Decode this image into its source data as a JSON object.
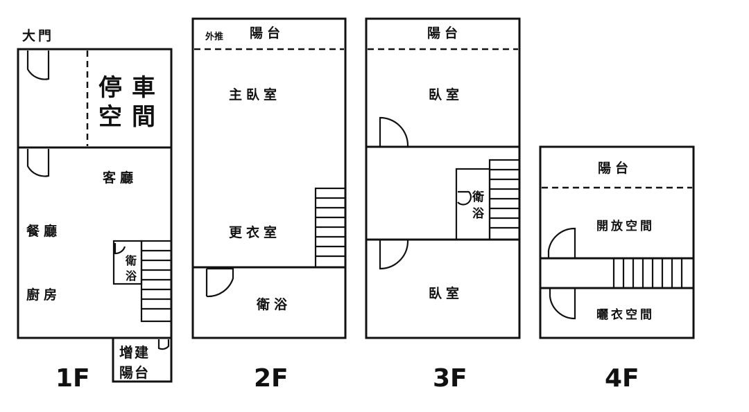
{
  "plans": {
    "f1": {
      "floor_label": "1F",
      "main_door": "大門",
      "parking_line1": "停車",
      "parking_line2": "空間",
      "living": "客廳",
      "dining": "餐廳",
      "kitchen": "廚房",
      "bath_line1": "衛",
      "bath_line2": "浴",
      "ext_balcony_line1": "增建",
      "ext_balcony_line2": "陽台"
    },
    "f2": {
      "floor_label": "2F",
      "push_out": "外推",
      "balcony": "陽台",
      "master_bedroom": "主臥室",
      "dressing_room": "更衣室",
      "bathroom": "衛浴"
    },
    "f3": {
      "floor_label": "3F",
      "balcony": "陽台",
      "bedroom_upper": "臥室",
      "bath_line1": "衛",
      "bath_line2": "浴",
      "bedroom_lower": "臥室"
    },
    "f4": {
      "floor_label": "4F",
      "balcony": "陽台",
      "open_space": "開放空間",
      "laundry_space": "曬衣空間"
    }
  }
}
